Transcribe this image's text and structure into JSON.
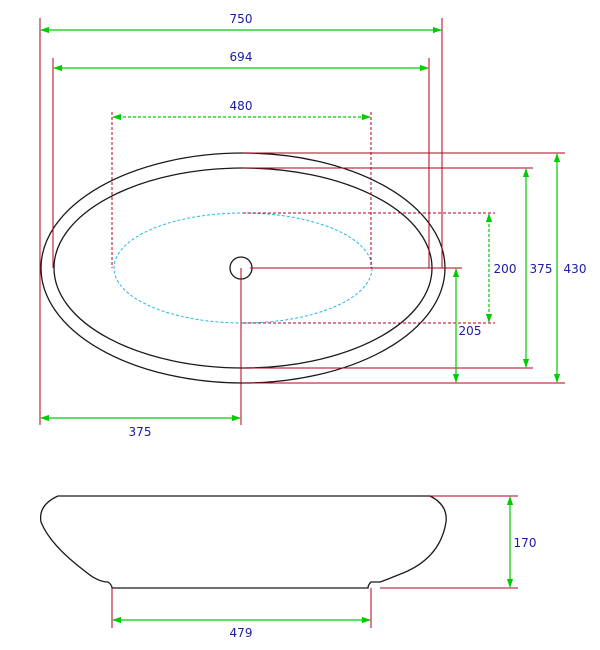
{
  "colors": {
    "outline": "#1a1a1a",
    "extension": "#b0001e",
    "dimension": "#00cc00",
    "text": "#1a1aa6",
    "inner_dash": "#22b8e8",
    "hidden_line": "#b0001e"
  },
  "top_view": {
    "overall_length": "750",
    "rim_inner_length": "694",
    "basin_length": "480",
    "drain_offset": "375",
    "overall_width": "430",
    "rim_inner_width": "375",
    "basin_width": "200",
    "drain_height": "205"
  },
  "side_view": {
    "height": "170",
    "base_length": "479"
  }
}
